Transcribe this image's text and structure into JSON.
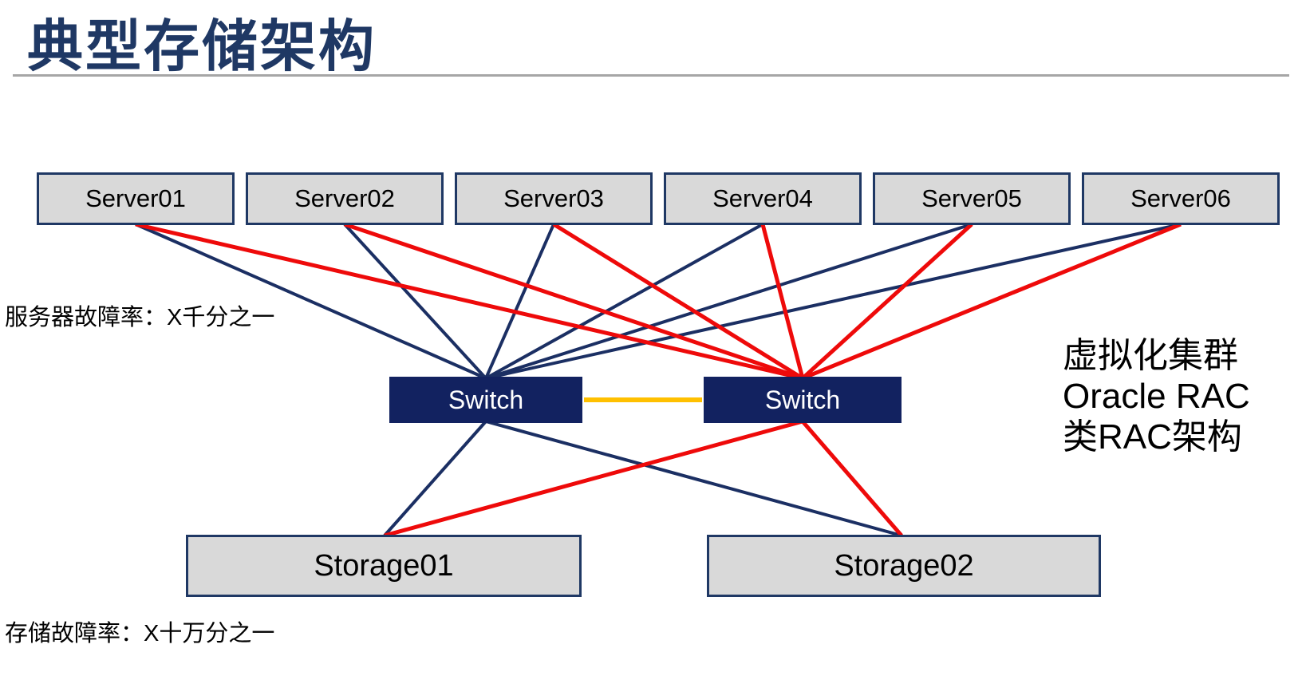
{
  "title": "典型存储架构",
  "notes": {
    "server_failure": "服务器故障率：X千分之一",
    "storage_failure": "存储故障率：X十万分之一"
  },
  "annotation": {
    "lines": [
      "虚拟化集群",
      "Oracle RAC",
      "类RAC架构"
    ]
  },
  "nodes": {
    "servers": [
      {
        "id": "server1",
        "label": "Server01"
      },
      {
        "id": "server2",
        "label": "Server02"
      },
      {
        "id": "server3",
        "label": "Server03"
      },
      {
        "id": "server4",
        "label": "Server04"
      },
      {
        "id": "server5",
        "label": "Server05"
      },
      {
        "id": "server6",
        "label": "Server06"
      }
    ],
    "switches": [
      {
        "id": "switchA",
        "label": "Switch"
      },
      {
        "id": "switchB",
        "label": "Switch"
      }
    ],
    "storages": [
      {
        "id": "storage1",
        "label": "Storage01"
      },
      {
        "id": "storage2",
        "label": "Storage02"
      }
    ]
  },
  "edges": [
    {
      "from": "server1",
      "to": "switchA",
      "color": "blue"
    },
    {
      "from": "server2",
      "to": "switchA",
      "color": "blue"
    },
    {
      "from": "server3",
      "to": "switchA",
      "color": "blue"
    },
    {
      "from": "server4",
      "to": "switchA",
      "color": "blue"
    },
    {
      "from": "server5",
      "to": "switchA",
      "color": "blue"
    },
    {
      "from": "server6",
      "to": "switchA",
      "color": "blue"
    },
    {
      "from": "switchA",
      "to": "storage1",
      "color": "blue"
    },
    {
      "from": "switchA",
      "to": "storage2",
      "color": "blue"
    },
    {
      "from": "server1",
      "to": "switchB",
      "color": "red"
    },
    {
      "from": "server2",
      "to": "switchB",
      "color": "red"
    },
    {
      "from": "server3",
      "to": "switchB",
      "color": "red"
    },
    {
      "from": "server4",
      "to": "switchB",
      "color": "red"
    },
    {
      "from": "server5",
      "to": "switchB",
      "color": "red"
    },
    {
      "from": "server6",
      "to": "switchB",
      "color": "red"
    },
    {
      "from": "switchB",
      "to": "storage1",
      "color": "red"
    },
    {
      "from": "switchB",
      "to": "storage2",
      "color": "red"
    },
    {
      "from": "switchA",
      "to": "switchB",
      "color": "orange"
    }
  ],
  "colors": {
    "title_navy": "#1F3864",
    "box_border_navy": "#1F3864",
    "box_fill_gray": "#D9D9D9",
    "switch_fill_navy": "#122260",
    "line_blue": "#1B2F63",
    "line_red": "#EE0A0A",
    "line_orange": "#FFC000",
    "rule_gray": "#A6A6A6"
  }
}
